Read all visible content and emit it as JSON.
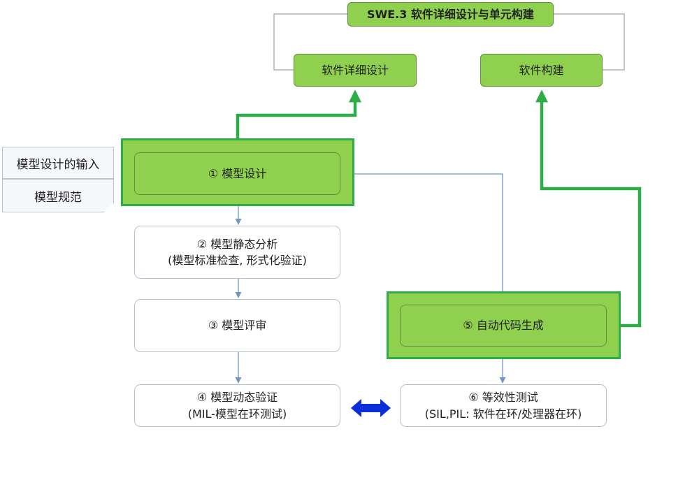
{
  "header": {
    "title": "SWE.3 软件详细设计与单元构建"
  },
  "top_boxes": {
    "detail_design": "软件详细设计",
    "build": "软件构建"
  },
  "inputs": {
    "line1": "模型设计的输入",
    "line2": "模型规范"
  },
  "steps": {
    "s1": "① 模型设计",
    "s2_title": "② 模型静态分析",
    "s2_sub": "(模型标准检查, 形式化验证)",
    "s3": "③ 模型评审",
    "s4_title": "④ 模型动态验证",
    "s4_sub": "(MIL-模型在环测试)",
    "s5": "⑤ 自动代码生成",
    "s6_title": "⑥ 等效性测试",
    "s6_sub": "(SIL,PIL: 软件在环/处理器在环)"
  },
  "colors": {
    "green_fill": "#8fd14f",
    "green_border": "#2cad48",
    "arrow_blue": "#6f96c4",
    "double_arrow": "#0a2fd6"
  }
}
